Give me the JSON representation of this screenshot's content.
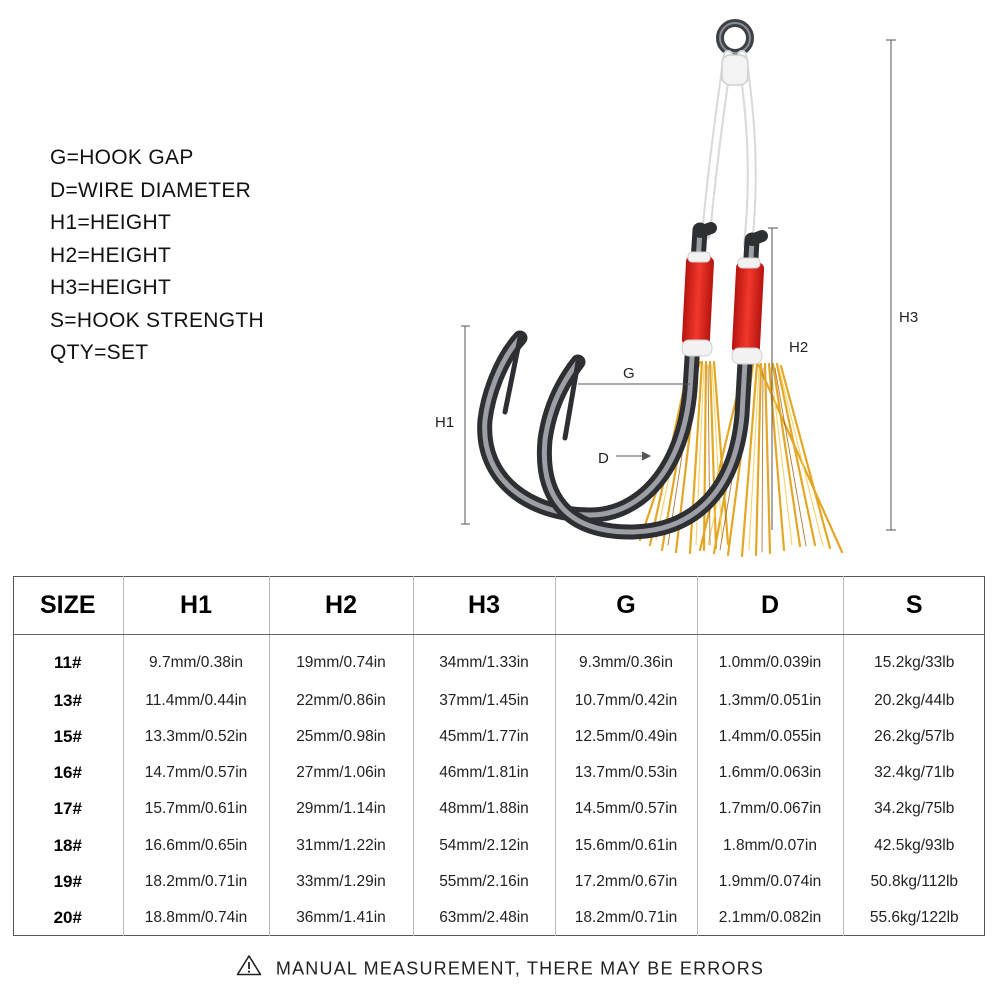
{
  "legend": [
    "G=HOOK GAP",
    "D=WIRE DIAMETER",
    "H1=HEIGHT",
    "H2=HEIGHT",
    "H3=HEIGHT",
    "S=HOOK STRENGTH",
    "QTY=SET"
  ],
  "figure": {
    "label_h1": "H1",
    "label_h2": "H2",
    "label_h3": "H3",
    "label_g": "G",
    "label_d": "D"
  },
  "table": {
    "headers": [
      "SIZE",
      "H1",
      "H2",
      "H3",
      "G",
      "D",
      "S"
    ],
    "rows": [
      [
        "11#",
        "9.7mm/0.38in",
        "19mm/0.74in",
        "34mm/1.33in",
        "9.3mm/0.36in",
        "1.0mm/0.039in",
        "15.2kg/33lb"
      ],
      [
        "13#",
        "11.4mm/0.44in",
        "22mm/0.86in",
        "37mm/1.45in",
        "10.7mm/0.42in",
        "1.3mm/0.051in",
        "20.2kg/44lb"
      ],
      [
        "15#",
        "13.3mm/0.52in",
        "25mm/0.98in",
        "45mm/1.77in",
        "12.5mm/0.49in",
        "1.4mm/0.055in",
        "26.2kg/57lb"
      ],
      [
        "16#",
        "14.7mm/0.57in",
        "27mm/1.06in",
        "46mm/1.81in",
        "13.7mm/0.53in",
        "1.6mm/0.063in",
        "32.4kg/71lb"
      ],
      [
        "17#",
        "15.7mm/0.61in",
        "29mm/1.14in",
        "48mm/1.88in",
        "14.5mm/0.57in",
        "1.7mm/0.067in",
        "34.2kg/75lb"
      ],
      [
        "18#",
        "16.6mm/0.65in",
        "31mm/1.22in",
        "54mm/2.12in",
        "15.6mm/0.61in",
        "1.8mm/0.07in",
        "42.5kg/93lb"
      ],
      [
        "19#",
        "18.2mm/0.71in",
        "33mm/1.29in",
        "55mm/2.16in",
        "17.2mm/0.67in",
        "1.9mm/0.074in",
        "50.8kg/112lb"
      ],
      [
        "20#",
        "18.8mm/0.74in",
        "36mm/1.41in",
        "63mm/2.48in",
        "18.2mm/0.71in",
        "2.1mm/0.082in",
        "55.6kg/122lb"
      ]
    ]
  },
  "disclaimer": {
    "icon": "warning-triangle-icon",
    "text": "MANUAL MEASUREMENT, THERE MAY BE ERRORS"
  },
  "colors": {
    "thread_red": "#e0241b",
    "tinsel_gold": "#e0a419",
    "hook_steel": "#4a4d52",
    "line_white": "#f4f4f4"
  }
}
